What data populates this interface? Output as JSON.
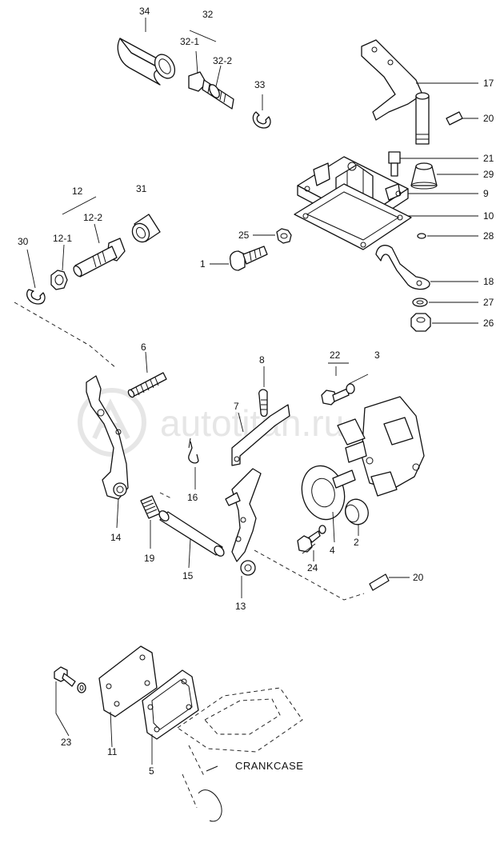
{
  "watermark": {
    "text": "autotitan.ru"
  },
  "labels": {
    "crankcase": "CRANKCASE"
  },
  "callouts": {
    "c34": "34",
    "c32": "32",
    "c32_1": "32-1",
    "c32_2": "32-2",
    "c33": "33",
    "c17": "17",
    "c20a": "20",
    "c21": "21",
    "c29": "29",
    "c9": "9",
    "c10": "10",
    "c28": "28",
    "c18": "18",
    "c27": "27",
    "c26": "26",
    "c25": "25",
    "c1": "1",
    "c12": "12",
    "c12_1": "12-1",
    "c12_2": "12-2",
    "c31": "31",
    "c30": "30",
    "c6": "6",
    "c8": "8",
    "c22": "22",
    "c3": "3",
    "c7": "7",
    "c16": "16",
    "c14": "14",
    "c19": "19",
    "c15": "15",
    "c13": "13",
    "c4": "4",
    "c2": "2",
    "c24": "24",
    "c20b": "20",
    "c23": "23",
    "c11": "11",
    "c5": "5"
  }
}
